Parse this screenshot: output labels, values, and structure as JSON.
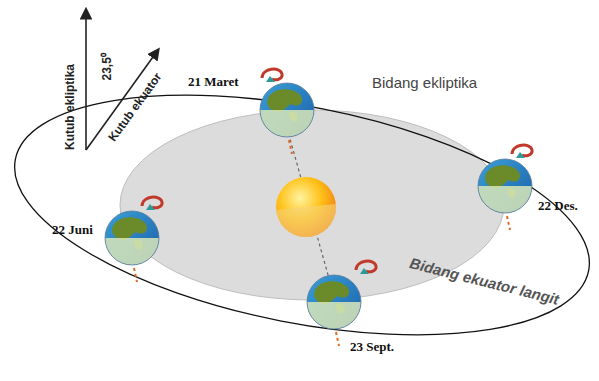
{
  "diagram": {
    "labels": [
      "Kutub ekliptika",
      "23,5⁰",
      "Kutub ekuator",
      "21 Maret",
      "Bidang ekliptika",
      "22 Des.",
      "22 Juni",
      "23 Sept.",
      "Bidang ekuator langit"
    ]
  }
}
